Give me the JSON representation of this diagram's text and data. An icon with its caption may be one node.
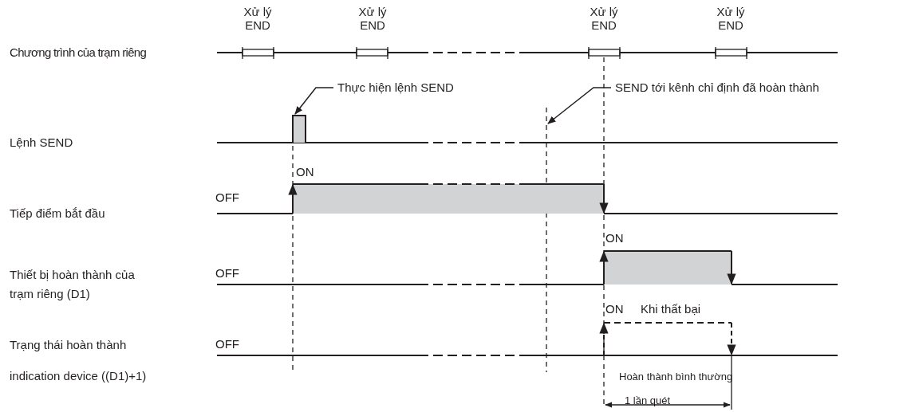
{
  "diagram": {
    "nodes": [
      {
        "text": [
          "Thực hiện lệnh SEND"
        ]
      },
      {
        "text": [],
        "shape": "bar"
      },
      {
        "text": [
          "SEND tới kênh chỉ định đã hoàn thành"
        ]
      }
    ],
    "edges": [
      {
        "from": 0,
        "to": 1,
        "arrow": "to"
      },
      {
        "from": 2,
        "to": null,
        "arrow": "to"
      }
    ],
    "labels": [
      "Xử lý END",
      "Xử lý END",
      "Xử lý END",
      "Xử lý END",
      "Chương trình của trạm riêng",
      "Lệnh SEND",
      "ON",
      "OFF",
      "Tiếp điểm bắt đầu",
      "ON",
      "Thiết bị hoàn thành của trạm riêng (D1)",
      "OFF",
      "ON",
      "Khi thất bại",
      "Trạng thái hoàn thành",
      "OFF",
      "indication device ((D1)+1)",
      "Hoàn thành bình thường",
      "1 lần quét"
    ]
  }
}
